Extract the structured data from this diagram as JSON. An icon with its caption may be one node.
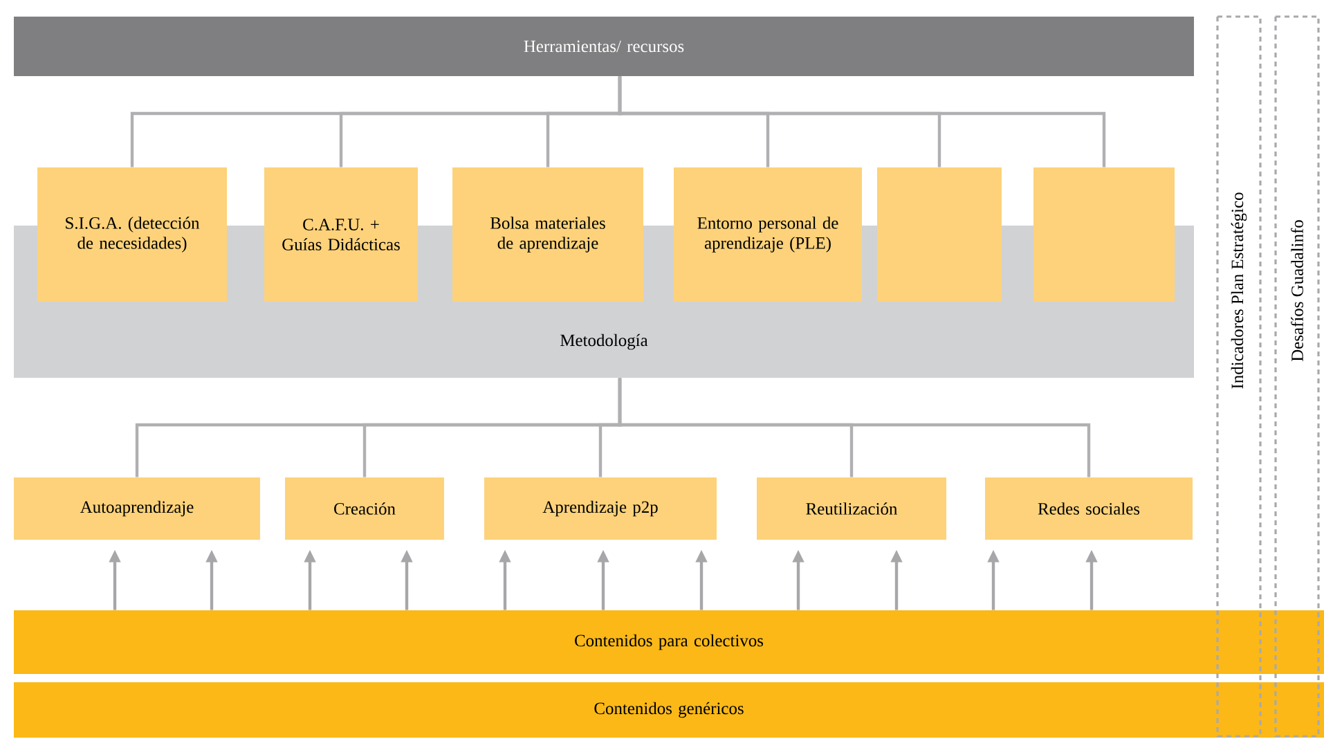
{
  "diagram": {
    "nodes": [
      {
        "text": [
          "Herramientas/ recursos"
        ]
      },
      {
        "text": [
          "Metodología"
        ]
      },
      {
        "text": [
          "S.I.G.A. (detección de necesidades)"
        ]
      },
      {
        "text": [
          "C.A.F.U. + Guías Didácticas"
        ]
      },
      {
        "text": [
          "Bolsa materiales de aprendizaje"
        ]
      },
      {
        "text": [
          "Entorno personal de aprendizaje (PLE)"
        ]
      },
      {
        "text": [],
        "shape": "box"
      },
      {
        "text": [],
        "shape": "box"
      },
      {
        "text": [
          "Autoaprendizaje"
        ]
      },
      {
        "text": [
          "Creación"
        ]
      },
      {
        "text": [
          "Aprendizaje p2p"
        ]
      },
      {
        "text": [
          "Reutilización"
        ]
      },
      {
        "text": [
          "Redes sociales"
        ]
      },
      {
        "text": [
          "Contenidos para colectivos"
        ]
      },
      {
        "text": [
          "Contenidos genéricos"
        ]
      },
      {
        "text": [
          "Indicadores Plan Estratégico"
        ]
      },
      {
        "text": [
          "Desafíos Guadalinfo"
        ]
      }
    ],
    "edges": [
      {
        "from": 0,
        "to": 2,
        "arrow": "none"
      },
      {
        "from": 0,
        "to": 3,
        "arrow": "none"
      },
      {
        "from": 0,
        "to": 4,
        "arrow": "none"
      },
      {
        "from": 0,
        "to": 5,
        "arrow": "none"
      },
      {
        "from": 0,
        "to": 6,
        "arrow": "none"
      },
      {
        "from": 0,
        "to": 7,
        "arrow": "none"
      },
      {
        "from": 1,
        "to": 8,
        "arrow": "none"
      },
      {
        "from": 1,
        "to": 9,
        "arrow": "none"
      },
      {
        "from": 1,
        "to": 10,
        "arrow": "none"
      },
      {
        "from": 1,
        "to": 11,
        "arrow": "none"
      },
      {
        "from": 1,
        "to": 12,
        "arrow": "none"
      },
      {
        "from": 13,
        "to": 8,
        "arrow": "to"
      },
      {
        "from": 13,
        "to": 8,
        "arrow": "to"
      },
      {
        "from": 13,
        "to": 9,
        "arrow": "to"
      },
      {
        "from": 13,
        "to": 9,
        "arrow": "to"
      },
      {
        "from": 13,
        "to": 10,
        "arrow": "to"
      },
      {
        "from": 13,
        "to": 10,
        "arrow": "to"
      },
      {
        "from": 13,
        "to": 10,
        "arrow": "to"
      },
      {
        "from": 13,
        "to": 11,
        "arrow": "to"
      },
      {
        "from": 13,
        "to": 11,
        "arrow": "to"
      },
      {
        "from": 13,
        "to": 12,
        "arrow": "to"
      },
      {
        "from": 13,
        "to": 12,
        "arrow": "to"
      }
    ]
  }
}
